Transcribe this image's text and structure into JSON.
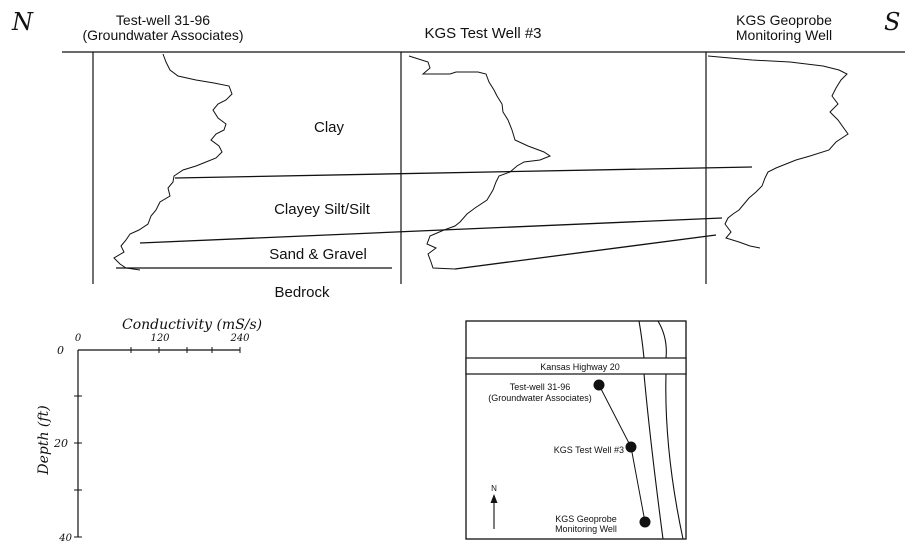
{
  "compass": {
    "north": "N",
    "south": "S"
  },
  "wells": {
    "well1": {
      "line1": "Test-well 31-96",
      "line2": "(Groundwater Associates)"
    },
    "well2": {
      "line1": "KGS Test Well #3"
    },
    "well3": {
      "line1": "KGS Geoprobe",
      "line2": "Monitoring Well"
    }
  },
  "layers": [
    "Clay",
    "Clayey Silt/Silt",
    "Sand & Gravel",
    "Bedrock"
  ],
  "scale": {
    "x_title": "Conductivity (mS/s)",
    "x_ticks": [
      "0",
      "120",
      "240"
    ],
    "y_title": "Depth (ft)",
    "y_ticks": [
      "0",
      "20",
      "40"
    ]
  },
  "map": {
    "road": "Kansas Highway 20",
    "site1_line1": "Test-well 31-96",
    "site1_line2": "(Groundwater Associates)",
    "site2": "KGS Test Well #3",
    "site3_line1": "KGS Geoprobe",
    "site3_line2": "Monitoring Well",
    "north": "N"
  }
}
